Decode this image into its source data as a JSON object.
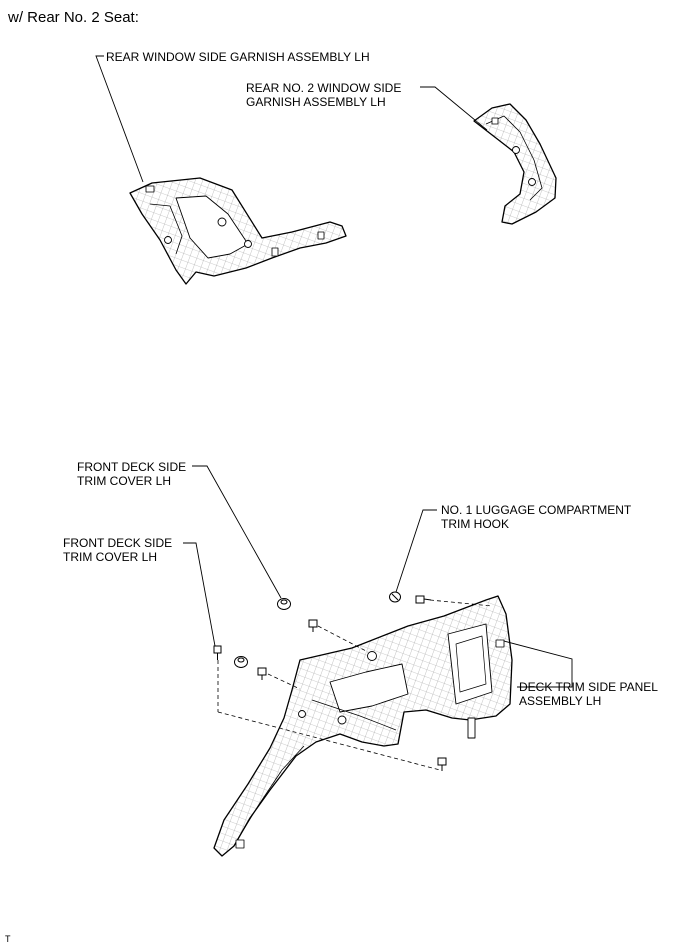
{
  "header": {
    "text": "w/ Rear No. 2 Seat:"
  },
  "labels": {
    "rear_window_side_garnish": "REAR WINDOW SIDE GARNISH ASSEMBLY LH",
    "rear_no2_window_side_garnish_l1": "REAR NO. 2 WINDOW SIDE",
    "rear_no2_window_side_garnish_l2": "GARNISH ASSEMBLY LH",
    "front_deck_side_trim_cover_a_l1": "FRONT DECK SIDE",
    "front_deck_side_trim_cover_a_l2": "TRIM COVER LH",
    "front_deck_side_trim_cover_b_l1": "FRONT DECK SIDE",
    "front_deck_side_trim_cover_b_l2": "TRIM COVER LH",
    "luggage_trim_hook_l1": "NO. 1 LUGGAGE COMPARTMENT",
    "luggage_trim_hook_l2": "TRIM HOOK",
    "deck_trim_side_panel_l1": "DECK TRIM SIDE PANEL",
    "deck_trim_side_panel_l2": "ASSEMBLY LH"
  },
  "footer": {
    "text": "T"
  }
}
